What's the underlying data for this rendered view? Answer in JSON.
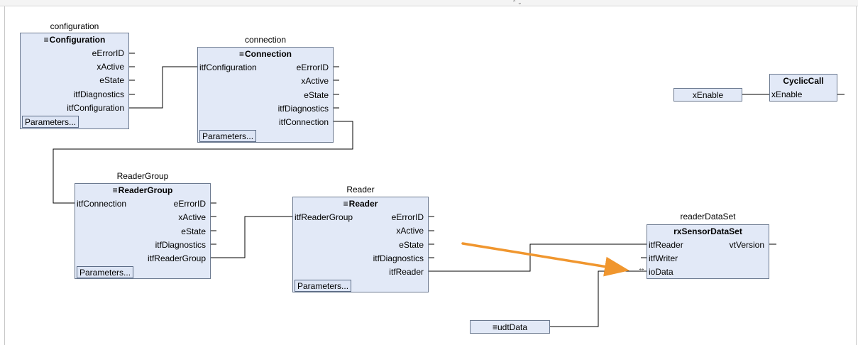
{
  "blocks": {
    "configuration": {
      "instance": "configuration",
      "type": "Configuration",
      "outputs": [
        "eErrorID",
        "xActive",
        "eState",
        "itfDiagnostics",
        "itfConfiguration"
      ],
      "parameters_label": "Parameters..."
    },
    "connection": {
      "instance": "connection",
      "type": "Connection",
      "input": "itfConfiguration",
      "outputs": [
        "eErrorID",
        "xActive",
        "eState",
        "itfDiagnostics",
        "itfConnection"
      ],
      "parameters_label": "Parameters..."
    },
    "readergroup": {
      "instance": "ReaderGroup",
      "type": "ReaderGroup",
      "input": "itfConnection",
      "outputs": [
        "eErrorID",
        "xActive",
        "eState",
        "itfDiagnostics",
        "itfReaderGroup"
      ],
      "parameters_label": "Parameters..."
    },
    "reader": {
      "instance": "Reader",
      "type": "Reader",
      "input": "itfReaderGroup",
      "outputs": [
        "eErrorID",
        "xActive",
        "eState",
        "itfDiagnostics",
        "itfReader"
      ],
      "parameters_label": "Parameters..."
    },
    "readerdataset": {
      "instance": "readerDataSet",
      "type": "rxSensorDataSet",
      "inputs": [
        "itfReader",
        "itfWriter",
        "ioData"
      ],
      "output": "vtVersion"
    },
    "cycliccall": {
      "type": "CyclicCall",
      "input": "xEnable"
    }
  },
  "variables": {
    "xenable": "xEnable",
    "udtdata": "udtData"
  },
  "symbols": {
    "menu_glyph": "≡",
    "inout_glyph": "↔",
    "splitter_glyph": "⌃⌄"
  },
  "colors": {
    "block_fill": "#e2e9f7",
    "block_border": "#6c7a90",
    "wire": "#000000",
    "annotation_arrow": "#f0962e"
  }
}
